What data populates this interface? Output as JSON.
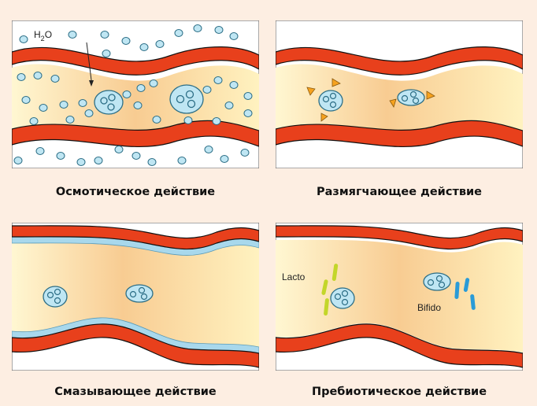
{
  "panels": [
    {
      "caption": "Осмотическое действие",
      "label_water": "H",
      "label_water_sub": "2",
      "label_water_end": "O"
    },
    {
      "caption": "Размягчающее действие"
    },
    {
      "caption": "Смазывающее действие"
    },
    {
      "caption": "Пребиотическое действие",
      "label_a": "Lacto",
      "label_b": "Bifido"
    }
  ],
  "colors": {
    "background": "#fdeee2",
    "wall": "#e8401c",
    "lumen_light": "#fff3c8",
    "lumen_dark": "#f7c98e",
    "particle": "#bfe6f3",
    "particle_stroke": "#2c6e86",
    "mucus": "#a8d8ec",
    "triangle": "#f6a21e",
    "lacto": "#c3d629",
    "bifido": "#2a9bd7"
  }
}
